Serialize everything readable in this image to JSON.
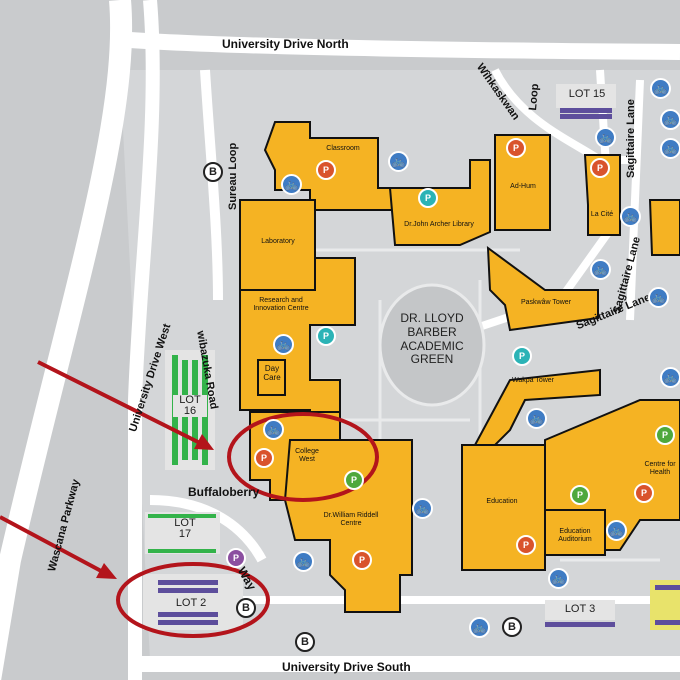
{
  "roads": {
    "university_drive_north": "University Drive North",
    "university_drive_south": "University Drive South",
    "university_drive_west": "University Drive West",
    "wascana_parkway": "Wascana Parkway",
    "buffaloberry_way_1": "Buffaloberry",
    "buffaloberry_way_2": "Way",
    "wakaskwan_loop_1": "Wîhkaskwan",
    "wakaskwan_loop_2": "Loop",
    "sureau_loop": "Sureau Loop",
    "sagitaire_lane_1": "Sagittaire Lane",
    "sagitaire_lane_2": "Sagittaire Lane",
    "sagitaire_lane_3": "Sagittaire Lane",
    "wibazuka_road": "wibazuka Road"
  },
  "buildings": {
    "classroom": "Classroom",
    "laboratory": "Laboratory",
    "research": "Research and Innovation Centre",
    "day_care": "Day Care",
    "college_west": "College West",
    "riddell": "Dr.William Riddell Centre",
    "archer": "Dr.John Archer Library",
    "ad_hum": "Ad-Hum",
    "la_cite": "La Cité",
    "paskwaw": "Paskwâw Tower",
    "wakpa": "Wakpa Tower",
    "education": "Education",
    "education_auditorium": "Education Auditorium",
    "centre_health": "Centre for Health"
  },
  "green": "DR. LLOYD BARBER ACADEMIC GREEN",
  "lots": {
    "lot15": "LOT 15",
    "lot16": "LOT 16",
    "lot17": "LOT 17",
    "lot2": "LOT 2",
    "lot3": "LOT 3"
  },
  "icons": {
    "bus": "B",
    "parking": "P",
    "bike": "bicycle-icon"
  },
  "colors": {
    "background": "#c9cbcd",
    "road": "#ffffff",
    "building": "#f5b323",
    "building_outline": "#111111",
    "parking_lot": "#5d4e9c",
    "lot_green": "#33b34a",
    "annotation": "#b3141b",
    "pin_red": "#d9532c",
    "pin_green": "#4fa83d",
    "pin_teal": "#2bb3b6",
    "pin_purple": "#8b4fa0",
    "bike_blue": "#3f7cc4"
  }
}
